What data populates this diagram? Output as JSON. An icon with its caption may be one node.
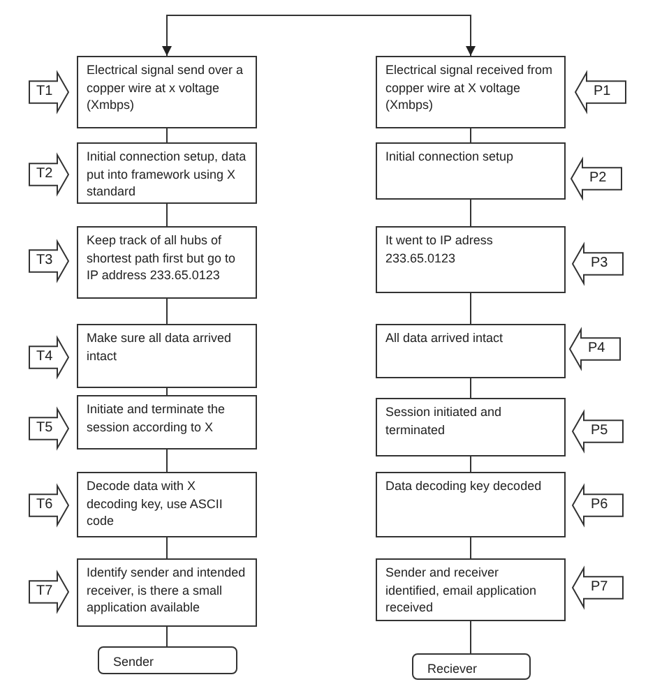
{
  "diagram": {
    "nodes": [
      {
        "text": [
          "Electrical signal send over a copper wire at x voltage (Xmbps)"
        ]
      },
      {
        "text": [
          "Initial connection setup, data put into framework using X standard"
        ]
      },
      {
        "text": [
          "Keep track of all hubs of shortest path first but go to IP address 233.65.0123"
        ]
      },
      {
        "text": [
          "Make sure all data arrived intact"
        ]
      },
      {
        "text": [
          "Initiate and terminate the session according to X"
        ]
      },
      {
        "text": [
          "Decode data with X decoding key, use ASCII code"
        ]
      },
      {
        "text": [
          "Identify sender and intended receiver, is there a small application available"
        ]
      },
      {
        "text": [
          "Sender"
        ]
      },
      {
        "text": [
          "Electrical signal received from copper wire at X voltage (Xmbps)"
        ]
      },
      {
        "text": [
          "Initial connection setup"
        ]
      },
      {
        "text": [
          "It went to IP  adress 233.65.0123"
        ]
      },
      {
        "text": [
          "All data arrived intact"
        ]
      },
      {
        "text": [
          "Session initiated and terminated"
        ]
      },
      {
        "text": [
          "Data decoding key decoded"
        ]
      },
      {
        "text": [
          "Sender and receiver identified, email application received"
        ]
      },
      {
        "text": [
          "Reciever"
        ]
      },
      {
        "text": [
          "T1"
        ]
      },
      {
        "text": [
          "T2"
        ]
      },
      {
        "text": [
          "T3"
        ]
      },
      {
        "text": [
          "T4"
        ]
      },
      {
        "text": [
          "T5"
        ]
      },
      {
        "text": [
          "T6"
        ]
      },
      {
        "text": [
          "T7"
        ]
      },
      {
        "text": [
          "P1"
        ]
      },
      {
        "text": [
          "P2"
        ]
      },
      {
        "text": [
          "P3"
        ]
      },
      {
        "text": [
          "P4"
        ]
      },
      {
        "text": [
          "P5"
        ]
      },
      {
        "text": [
          "P6"
        ]
      },
      {
        "text": [
          "P7"
        ]
      }
    ],
    "edges": [
      {
        "from": 0,
        "to": 8,
        "arrow": "both"
      },
      {
        "from": 0,
        "to": 1,
        "arrow": "none"
      },
      {
        "from": 1,
        "to": 2,
        "arrow": "none"
      },
      {
        "from": 2,
        "to": 3,
        "arrow": "none"
      },
      {
        "from": 3,
        "to": 4,
        "arrow": "none"
      },
      {
        "from": 4,
        "to": 5,
        "arrow": "none"
      },
      {
        "from": 5,
        "to": 6,
        "arrow": "none"
      },
      {
        "from": 6,
        "to": 7,
        "arrow": "none"
      },
      {
        "from": 8,
        "to": 9,
        "arrow": "none"
      },
      {
        "from": 9,
        "to": 10,
        "arrow": "none"
      },
      {
        "from": 10,
        "to": 11,
        "arrow": "none"
      },
      {
        "from": 11,
        "to": 12,
        "arrow": "none"
      },
      {
        "from": 12,
        "to": 13,
        "arrow": "none"
      },
      {
        "from": 13,
        "to": 14,
        "arrow": "none"
      },
      {
        "from": 14,
        "to": 15,
        "arrow": "none"
      }
    ]
  }
}
